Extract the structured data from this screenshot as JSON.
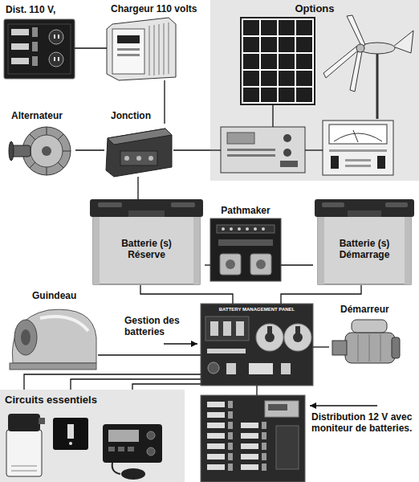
{
  "diagram": {
    "nodes": [
      {
        "text": [
          "Dist. 110 V,"
        ]
      },
      {
        "text": [
          "Chargeur 110 volts"
        ]
      },
      {
        "text": [
          "Options"
        ]
      },
      {
        "text": [
          "Alternateur"
        ]
      },
      {
        "text": [
          "Jonction"
        ]
      },
      {
        "text": [
          "Batterie (s) Réserve"
        ]
      },
      {
        "text": [
          "Pathmaker"
        ]
      },
      {
        "text": [
          "Batterie (s) Démarrage"
        ]
      },
      {
        "text": [
          "Guindeau"
        ]
      },
      {
        "text": [
          "Gestion des batteries"
        ]
      },
      {
        "text": [
          "Démarreur"
        ]
      },
      {
        "text": [
          "Circuits essentiels"
        ]
      },
      {
        "text": [
          "Distribution 12 V avec moniteur de batteries."
        ]
      }
    ],
    "edges": [
      {
        "from": 0,
        "to": 1,
        "arrow": "none"
      },
      {
        "from": 1,
        "to": 4,
        "arrow": "none"
      },
      {
        "from": 3,
        "to": 4,
        "arrow": "none"
      },
      {
        "from": 4,
        "to": 2,
        "arrow": "none"
      },
      {
        "from": 4,
        "to": 5,
        "arrow": "none"
      },
      {
        "from": 5,
        "to": 6,
        "arrow": "none"
      },
      {
        "from": 6,
        "to": 7,
        "arrow": "none"
      },
      {
        "from": 5,
        "to": 9,
        "arrow": "none"
      },
      {
        "from": 7,
        "to": 9,
        "arrow": "none"
      },
      {
        "from": 8,
        "to": 9,
        "arrow": "none"
      },
      {
        "from": 10,
        "to": 9,
        "arrow": "none"
      },
      {
        "from": 9,
        "to": 11,
        "arrow": "none"
      },
      {
        "from": 9,
        "to": 11,
        "arrow": "none"
      },
      {
        "from": 9,
        "to": 11,
        "arrow": "none"
      },
      {
        "from": 9,
        "to": 12,
        "arrow": "none"
      }
    ],
    "labels": [
      "BATTERY MANAGEMENT PANEL"
    ]
  }
}
